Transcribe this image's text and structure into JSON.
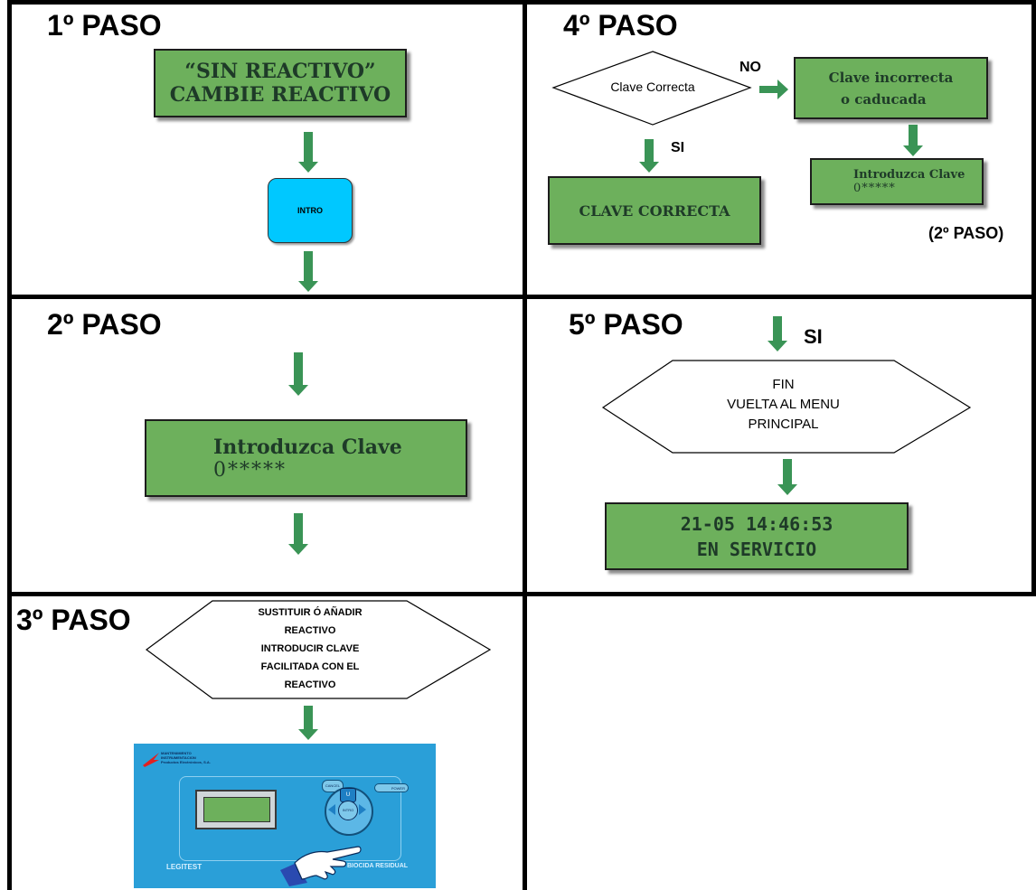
{
  "steps": {
    "s1": {
      "title": "1º PASO",
      "lcd_line1": "“SIN REACTIVO”",
      "lcd_line2": "CAMBIE REACTIVO",
      "intro_button": "INTRO"
    },
    "s2": {
      "title": "2º PASO",
      "lcd_line1": "Introduzca Clave",
      "lcd_line2": "0*****"
    },
    "s3": {
      "title": "3º PASO",
      "hex_line1": "SUSTITUIR Ó AÑADIR",
      "hex_line2": "REACTIVO",
      "hex_line3": "INTRODUCIR CLAVE",
      "hex_line4": "FACILITADA CON EL",
      "hex_line5": "REACTIVO",
      "device": {
        "brand_line1": "MANTENIMIENTO",
        "brand_line2": "INSTRUMENTACION",
        "brand_line3": "Productos Electrónicos, S.A.",
        "cancel": "CANCEL",
        "power": "POWER",
        "intro": "INTRO",
        "up": "U",
        "model": "LEGITEST",
        "footer": "BIOCIDA RESIDUAL"
      }
    },
    "s4": {
      "title": "4º PASO",
      "diamond": "Clave Correcta",
      "no_label": "NO",
      "si_label": "SI",
      "correct_lcd": "CLAVE CORRECTA",
      "incorrect_line1": "Clave incorrecta",
      "incorrect_line2": "o caducada",
      "retry_line1": "Introduzca Clave",
      "retry_line2": "0*****",
      "back_note": "(2º PASO)"
    },
    "s5": {
      "title": "5º PASO",
      "si_label": "SI",
      "hex_line1": "FIN",
      "hex_line2": "VUELTA AL MENU",
      "hex_line3": "PRINCIPAL",
      "lcd_line1": "21-05 14:46:53",
      "lcd_line2": "EN SERVICIO"
    }
  },
  "colors": {
    "lcd_green": "#6db05c",
    "arrow_green": "#3a9456",
    "intro_cyan": "#00c8ff",
    "device_blue": "#2a9fd8"
  }
}
